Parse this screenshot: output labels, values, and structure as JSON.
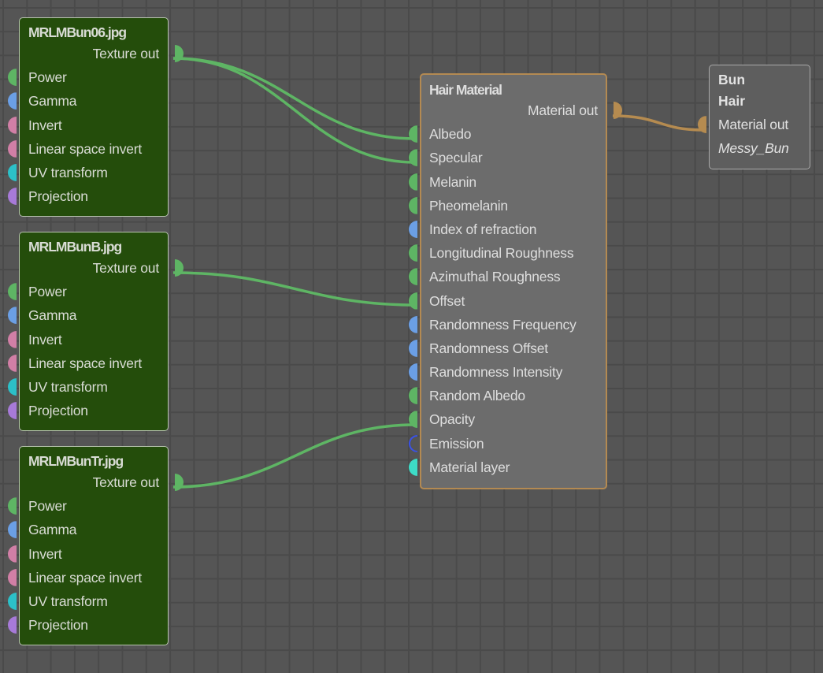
{
  "colors": {
    "port_float": "#5eb564",
    "port_color": "#6b9fe5",
    "port_bool": "#d17fa6",
    "port_transform": "#2cc0c8",
    "port_projection": "#a77ad8",
    "port_material": "#b58b50",
    "port_emission": "#3a52e8",
    "port_layer": "#3ddcc7",
    "wire_texture": "#5eb564",
    "wire_material": "#b58b50"
  },
  "texture_nodes": [
    {
      "title": "MRLMBun06.jpg",
      "output": "Texture out",
      "inputs": [
        {
          "label": "Power",
          "type": "float"
        },
        {
          "label": "Gamma",
          "type": "color"
        },
        {
          "label": "Invert",
          "type": "bool"
        },
        {
          "label": "Linear space invert",
          "type": "bool"
        },
        {
          "label": "UV transform",
          "type": "transform"
        },
        {
          "label": "Projection",
          "type": "projection"
        }
      ]
    },
    {
      "title": "MRLMBunB.jpg",
      "output": "Texture out",
      "inputs": [
        {
          "label": "Power",
          "type": "float"
        },
        {
          "label": "Gamma",
          "type": "color"
        },
        {
          "label": "Invert",
          "type": "bool"
        },
        {
          "label": "Linear space invert",
          "type": "bool"
        },
        {
          "label": "UV transform",
          "type": "transform"
        },
        {
          "label": "Projection",
          "type": "projection"
        }
      ]
    },
    {
      "title": "MRLMBunTr.jpg",
      "output": "Texture out",
      "inputs": [
        {
          "label": "Power",
          "type": "float"
        },
        {
          "label": "Gamma",
          "type": "color"
        },
        {
          "label": "Invert",
          "type": "bool"
        },
        {
          "label": "Linear space invert",
          "type": "bool"
        },
        {
          "label": "UV transform",
          "type": "transform"
        },
        {
          "label": "Projection",
          "type": "projection"
        }
      ]
    }
  ],
  "hair_material": {
    "title": "Hair Material",
    "output": "Material out",
    "inputs": [
      {
        "label": "Albedo",
        "type": "float"
      },
      {
        "label": "Specular",
        "type": "float"
      },
      {
        "label": "Melanin",
        "type": "float"
      },
      {
        "label": "Pheomelanin",
        "type": "float"
      },
      {
        "label": "Index of refraction",
        "type": "color"
      },
      {
        "label": "Longitudinal Roughness",
        "type": "float"
      },
      {
        "label": "Azimuthal Roughness",
        "type": "float"
      },
      {
        "label": "Offset",
        "type": "float"
      },
      {
        "label": "Randomness Frequency",
        "type": "color"
      },
      {
        "label": "Randomness Offset",
        "type": "color"
      },
      {
        "label": "Randomness Intensity",
        "type": "color"
      },
      {
        "label": "Random Albedo",
        "type": "float"
      },
      {
        "label": "Opacity",
        "type": "float"
      },
      {
        "label": "Emission",
        "type": "emission"
      },
      {
        "label": "Material layer",
        "type": "layer"
      }
    ]
  },
  "output_node": {
    "line1": "Bun",
    "line2": "Hair",
    "input": "Material out",
    "material_name": "Messy_Bun"
  },
  "connections": [
    {
      "from": "MRLMBun06.jpg / Texture out",
      "to": "Hair Material / Albedo"
    },
    {
      "from": "MRLMBun06.jpg / Texture out",
      "to": "Hair Material / Specular"
    },
    {
      "from": "MRLMBunB.jpg / Texture out",
      "to": "Hair Material / Offset"
    },
    {
      "from": "MRLMBunTr.jpg / Texture out",
      "to": "Hair Material / Opacity"
    },
    {
      "from": "Hair Material / Material out",
      "to": "Bun / Material out"
    }
  ]
}
